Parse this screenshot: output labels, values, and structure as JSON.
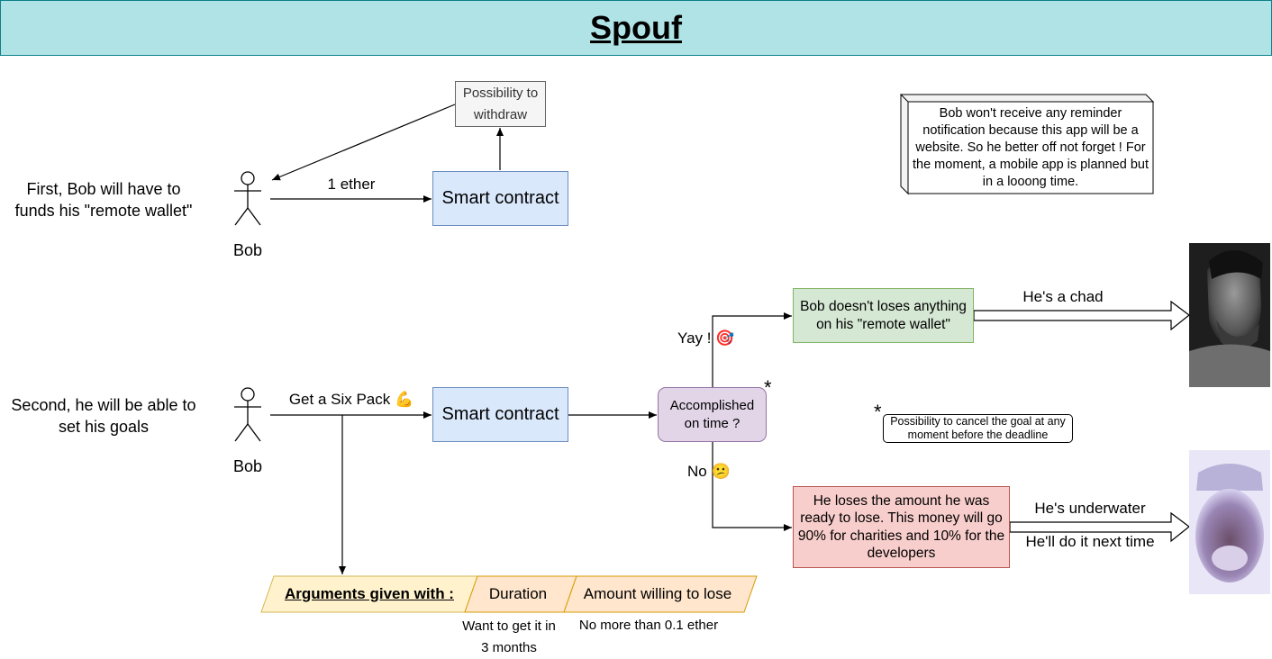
{
  "title": "Spouf",
  "section1": {
    "caption": "First, Bob will have to funds his \"remote wallet\"",
    "actor": "Bob",
    "edge_label": "1 ether",
    "contract": "Smart contract",
    "withdraw": "Possibility to withdraw"
  },
  "note": "Bob won't receive any reminder notification because this app will be a website. So he better off not forget ! For the moment, a mobile app is planned but in a looong time.",
  "section2": {
    "caption": "Second, he will be able to set his goals",
    "actor": "Bob",
    "goal_label": "Get a Six Pack 💪",
    "contract": "Smart contract",
    "decision": "Accomplished on time ?",
    "asterisk": "*",
    "yes_label": "Yay ! 🎯",
    "no_label": "No 😕",
    "success_box": "Bob doesn't loses anything on his \"remote wallet\"",
    "success_arrow": "He's a chad",
    "fail_box": "He loses the amount he was ready to lose. This money will go 90% for charities and 10% for the developers",
    "fail_arrow_top": "He's underwater",
    "fail_arrow_bottom": "He'll do it next time",
    "cancel_asterisk": "*",
    "cancel_note": "Possibility to cancel the goal at any moment before the deadline"
  },
  "arguments": {
    "header": "Arguments given with :",
    "duration": "Duration",
    "amount": "Amount willing to lose",
    "duration_example": "Want to get it in 3 months",
    "amount_example": "No more than 0.1 ether"
  }
}
